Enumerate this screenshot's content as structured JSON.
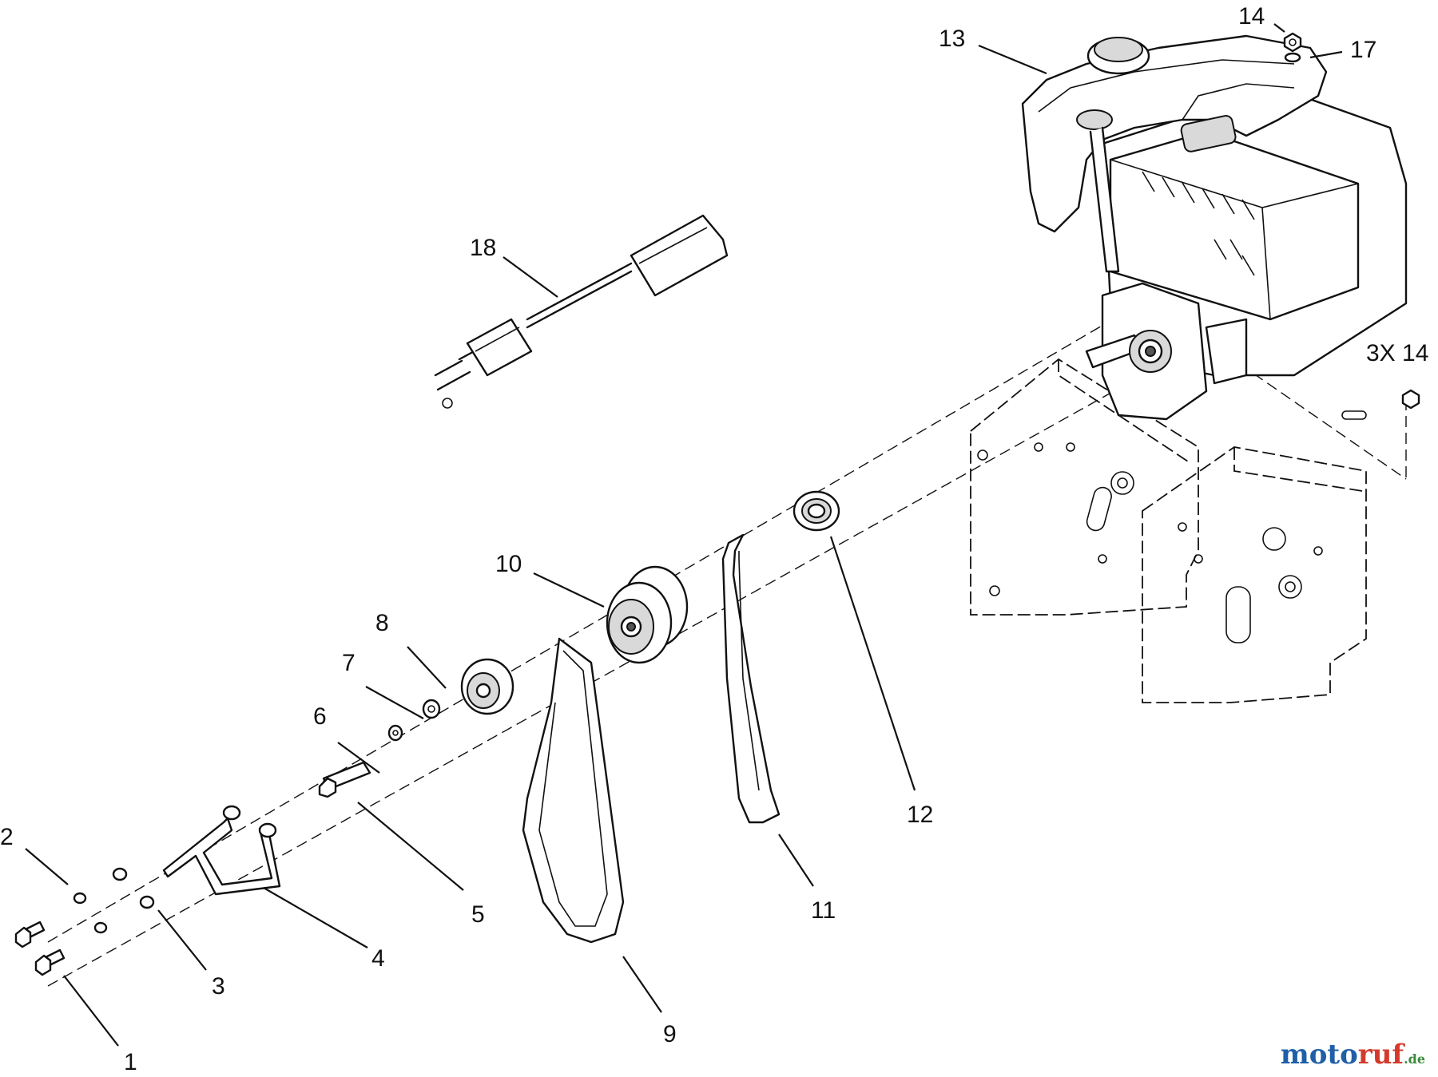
{
  "callouts": [
    {
      "key": "p1",
      "label": "1"
    },
    {
      "key": "p2",
      "label": "2"
    },
    {
      "key": "p3",
      "label": "3"
    },
    {
      "key": "p4",
      "label": "4"
    },
    {
      "key": "p5",
      "label": "5"
    },
    {
      "key": "p6",
      "label": "6"
    },
    {
      "key": "p7",
      "label": "7"
    },
    {
      "key": "p8",
      "label": "8"
    },
    {
      "key": "p9",
      "label": "9"
    },
    {
      "key": "p10",
      "label": "10"
    },
    {
      "key": "p11",
      "label": "11"
    },
    {
      "key": "p12",
      "label": "12"
    },
    {
      "key": "p13",
      "label": "13"
    },
    {
      "key": "p14a",
      "label": "14"
    },
    {
      "key": "p14b",
      "label": "3X 14"
    },
    {
      "key": "p17",
      "label": "17"
    },
    {
      "key": "p18",
      "label": "18"
    }
  ],
  "labels": {
    "p1": "1",
    "p2": "2",
    "p3": "3",
    "p4": "4",
    "p5": "5",
    "p6": "6",
    "p7": "7",
    "p8": "8",
    "p9": "9",
    "p10": "10",
    "p11": "11",
    "p12": "12",
    "p13": "13",
    "p14a": "14",
    "p14b": "3X 14",
    "p17": "17",
    "p18": "18"
  },
  "watermark": {
    "brand_a": "moto",
    "brand_b": "ruf",
    "tld": ".de"
  },
  "colors": {
    "watermark_blue": "#1f5fa8",
    "watermark_red": "#d33a2c",
    "watermark_green": "#3a8a3a"
  }
}
